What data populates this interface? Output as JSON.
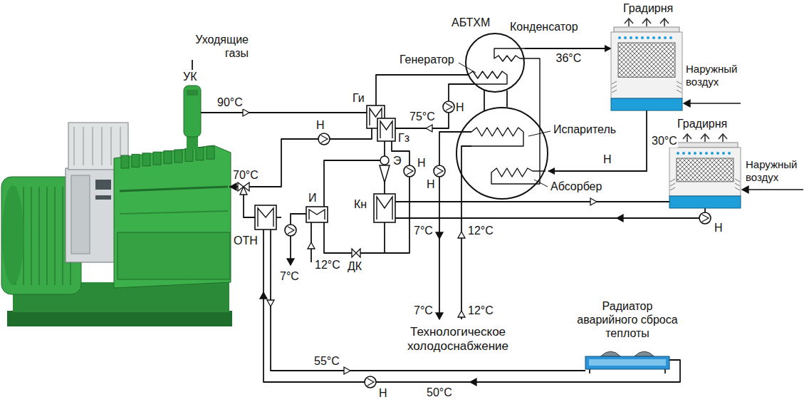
{
  "diagram": {
    "nodes": [
      {
        "text": [
          "Градирня"
        ]
      },
      {
        "text": [
          "Градирня"
        ]
      },
      {
        "text": [
          "Радиатор аварийного сброса теплоты"
        ]
      },
      {
        "text": [
          "АБТХМ",
          "Конденсатор"
        ]
      },
      {
        "text": [
          "Испаритель",
          "Абсорбер"
        ]
      }
    ],
    "edges": [
      {
        "from": 3,
        "to": 0,
        "arrow": "to",
        "label": "36°C"
      },
      {
        "from": 0,
        "to": 4,
        "arrow": "to",
        "label": "30°C"
      }
    ],
    "labels": [
      "Уходящие газы",
      "УК",
      "90°C",
      "Генератор",
      "Ги",
      "Гз",
      "75°C",
      "Н",
      "Н",
      "Э",
      "Н",
      "70°C",
      "И",
      "Кн",
      "Н",
      "Н",
      "Наружный воздух",
      "Наружный воздух",
      "Н",
      "ОТН",
      "7°C",
      "12°C",
      "ДК",
      "7°C",
      "12°C",
      "7°C",
      "12°C",
      "Технологическое холодоснабжение",
      "55°C",
      "Н",
      "50°C"
    ]
  }
}
